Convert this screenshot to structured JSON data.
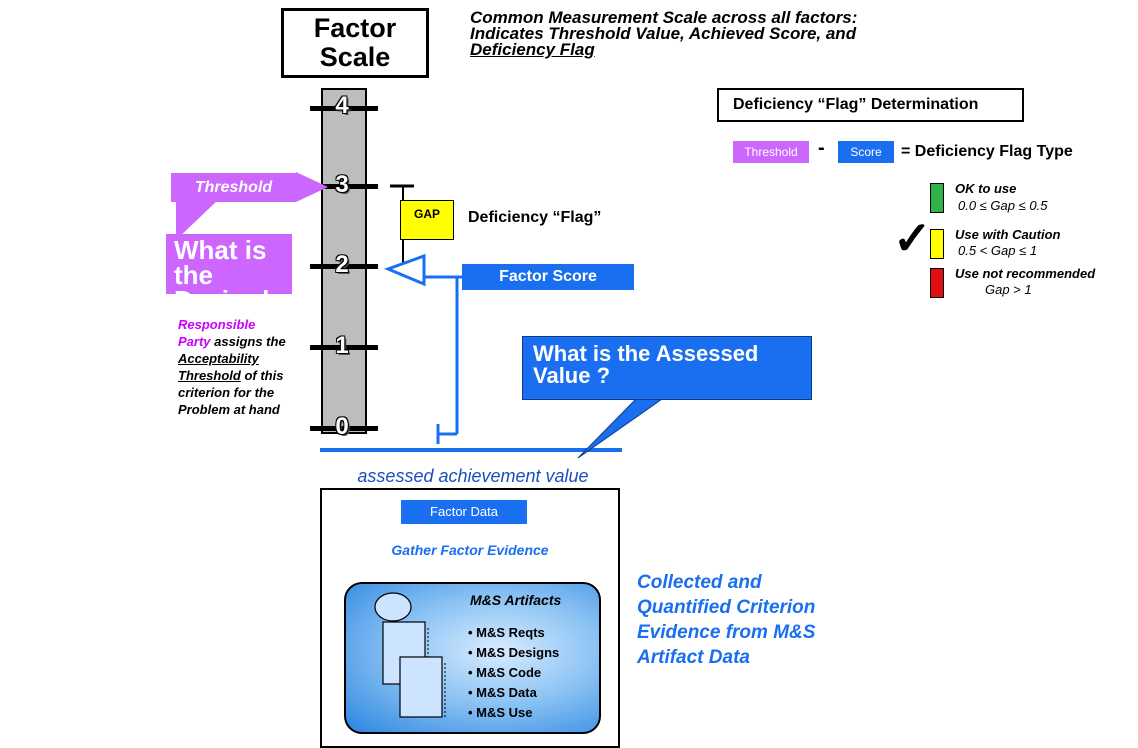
{
  "factor_scale": {
    "line1": "Factor",
    "line2": "Scale"
  },
  "header": {
    "line1": "Common Measurement Scale across all factors:",
    "line2": "Indicates Threshold Value, Achieved Score, and",
    "line3": "Deficiency Flag"
  },
  "scale": {
    "ticks": [
      "4",
      "3",
      "2",
      "1",
      "0"
    ]
  },
  "threshold_label": "Threshold",
  "gap_label": "GAP",
  "deficiency_flag_label": "Deficiency “Flag”",
  "factor_score_label": "Factor Score",
  "desired_level": {
    "line1": "What is the",
    "line2": "Desired Level ?"
  },
  "responsible": {
    "p1": "Responsible Party",
    "p2": " assigns the ",
    "p3": "Acceptability Threshold",
    "p4": " of this criterion for the Problem at hand"
  },
  "assessed_question": {
    "line1": "What is the Assessed",
    "line2": "Value ?"
  },
  "assessed_value_label": "assessed achievement value",
  "factor_data_label": "Factor Data",
  "gather_label": "Gather Factor Evidence",
  "artifacts": {
    "title": "M&S Artifacts",
    "items": [
      "• M&S Reqts",
      "• M&S Designs",
      "• M&S Code",
      "• M&S Data",
      "• M&S Use"
    ]
  },
  "collected": {
    "line1": "Collected and",
    "line2": "Quantified Criterion",
    "line3": "Evidence from M&S",
    "line4": "Artifact Data"
  },
  "deficiency_determination": {
    "title": "Deficiency “Flag” Determination",
    "chip_threshold": "Threshold",
    "minus": "-",
    "chip_score": "Score",
    "equals_text": "= Deficiency Flag Type",
    "flags": [
      {
        "title": "OK to use",
        "range": "0.0 ≤  Gap ≤ 0.5",
        "color": "#2db34a"
      },
      {
        "title": "Use with Caution",
        "range": "0.5 < Gap ≤ 1",
        "color": "#ffff00"
      },
      {
        "title": "Use not recommended",
        "range": "Gap > 1",
        "color": "#e01010"
      }
    ],
    "selected_flag": "Use with Caution"
  },
  "colors": {
    "threshold_magenta": "#cc66ff",
    "score_blue": "#1a6ff0",
    "scale_gray": "#bdbdbd",
    "gap_yellow": "#ffff00"
  }
}
